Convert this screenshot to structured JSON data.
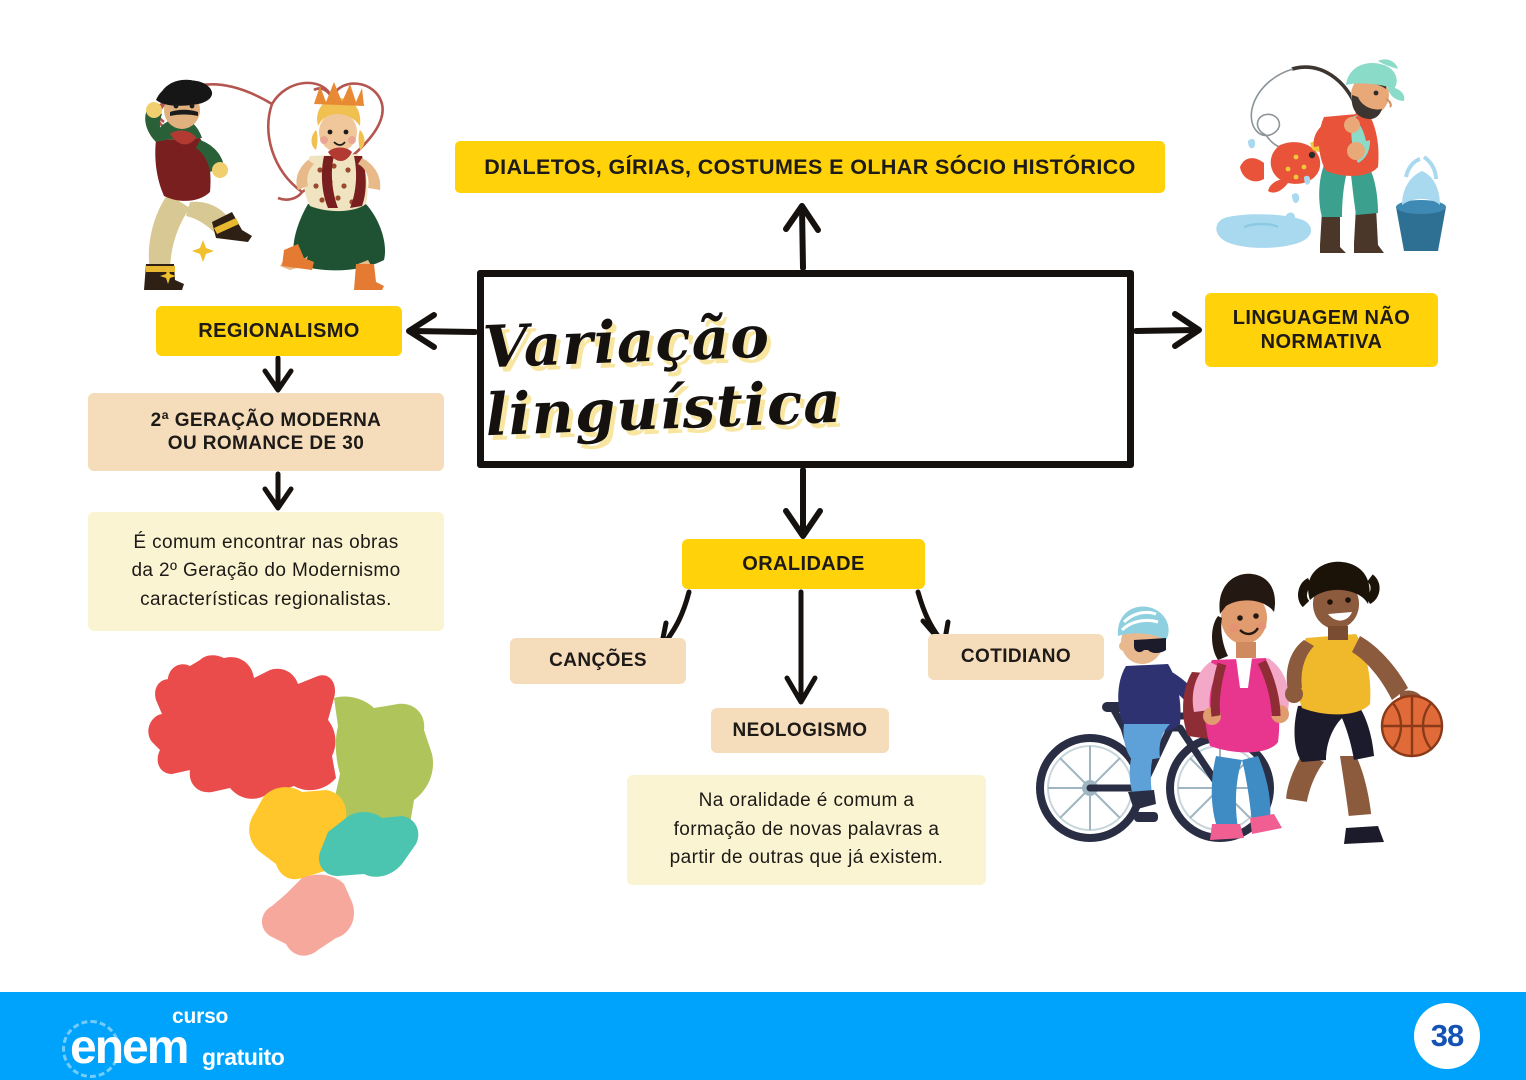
{
  "page": {
    "title": "Variação linguística",
    "number": "38",
    "background": "#ffffff"
  },
  "colors": {
    "yellow": "#FFD20A",
    "beige": "#F5DCBB",
    "cream": "#FBF4D2",
    "ink": "#14110f",
    "footer_blue": "#00A3FB",
    "badge_number_blue": "#1453B4"
  },
  "mindmap": {
    "type": "mind-map",
    "center": {
      "label": "Variação linguística",
      "style": "script-handwritten",
      "shadow_color": "#F8E6A0"
    },
    "nodes": [
      {
        "id": "dialetos",
        "label": "DIALETOS, GÍRIAS, COSTUMES E OLHAR SÓCIO HISTÓRICO",
        "color": "yellow",
        "level": 1,
        "direction": "up"
      },
      {
        "id": "regionalismo",
        "label": "REGIONALISMO",
        "color": "yellow",
        "level": 1,
        "direction": "left"
      },
      {
        "id": "linguagem-nao-normativa",
        "label": "LINGUAGEM NÃO NORMATIVA",
        "color": "yellow",
        "level": 1,
        "direction": "right"
      },
      {
        "id": "oralidade",
        "label": "ORALIDADE",
        "color": "yellow",
        "level": 1,
        "direction": "down"
      },
      {
        "id": "geracao-moderna",
        "label": "2ª GERAÇÃO MODERNA OU ROMANCE DE 30",
        "color": "beige",
        "level": 2,
        "parent": "regionalismo"
      },
      {
        "id": "regionalistas-nota",
        "label": "É comum encontrar nas obras da 2º Geração do Modernismo características regionalistas.",
        "color": "cream",
        "level": 3,
        "parent": "geracao-moderna"
      },
      {
        "id": "cancoes",
        "label": "CANÇÕES",
        "color": "beige",
        "level": 2,
        "parent": "oralidade"
      },
      {
        "id": "neologismo",
        "label": "NEOLOGISMO",
        "color": "beige",
        "level": 2,
        "parent": "oralidade"
      },
      {
        "id": "cotidiano",
        "label": "COTIDIANO",
        "color": "beige",
        "level": 2,
        "parent": "oralidade"
      },
      {
        "id": "oralidade-nota",
        "label": "Na oralidade é comum a formação de novas palavras a partir de outras que já existem.",
        "color": "cream",
        "level": 3,
        "parent": "neologismo"
      }
    ]
  },
  "nodes_text": {
    "dialetos": "DIALETOS, GÍRIAS, COSTUMES E OLHAR SÓCIO HISTÓRICO",
    "regionalismo": "REGIONALISMO",
    "linguagem": "LINGUAGEM NÃO NORMATIVA",
    "geracao_line1": "2ª GERAÇÃO MODERNA",
    "geracao_line2": "OU ROMANCE DE 30",
    "regionalistas_line1": "É comum encontrar nas obras",
    "regionalistas_line2": "da 2º Geração do Modernismo",
    "regionalistas_line3": "características regionalistas.",
    "oralidade": "ORALIDADE",
    "cancoes": "CANÇÕES",
    "neologismo": "NEOLOGISMO",
    "cotidiano": "COTIDIANO",
    "oralidade_nota_line1": "Na oralidade é comum a",
    "oralidade_nota_line2": "formação de novas palavras a",
    "oralidade_nota_line3": "partir de outras que já existem."
  },
  "illustrations": [
    {
      "id": "couple-dancing",
      "name": "festa-junina-dancing-couple-illustration",
      "description": "Caipira couple dancing with heart-shaped lasso"
    },
    {
      "id": "fisherman",
      "name": "fisherman-illustration",
      "description": "Fisherman with rod catching a fish beside a bucket"
    },
    {
      "id": "brazil-map",
      "name": "brazil-regions-map-illustration",
      "description": "Map of Brazil with five colored regions"
    },
    {
      "id": "young-people",
      "name": "young-people-illustration",
      "description": "Cyclist, student with backpack and basketball player"
    }
  ],
  "footer": {
    "logo_curso": "curso",
    "logo_enem": "enem",
    "logo_gratuito": "gratuito",
    "page_number": "38"
  }
}
